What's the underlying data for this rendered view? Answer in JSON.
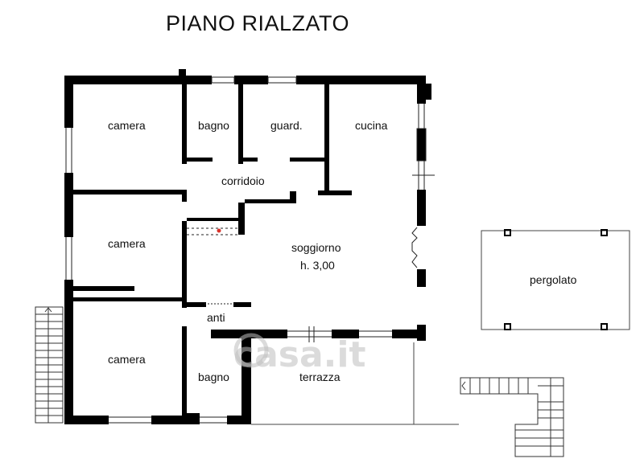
{
  "title": "PIANO RIALZATO",
  "rooms": {
    "camera_top": "camera",
    "bagno_top": "bagno",
    "guardaroba": "guard.",
    "cucina": "cucina",
    "corridoio": "corridoio",
    "camera_mid": "camera",
    "soggiorno": "soggiorno",
    "soggiorno_height": "h. 3,00",
    "anti": "anti",
    "camera_bottom": "camera",
    "bagno_bottom": "bagno",
    "terrazza": "terrazza",
    "pergolato": "pergolato"
  },
  "watermark": "casa.it",
  "colors": {
    "wall": "#000000",
    "line": "#222222",
    "accent": "#d9342b"
  }
}
